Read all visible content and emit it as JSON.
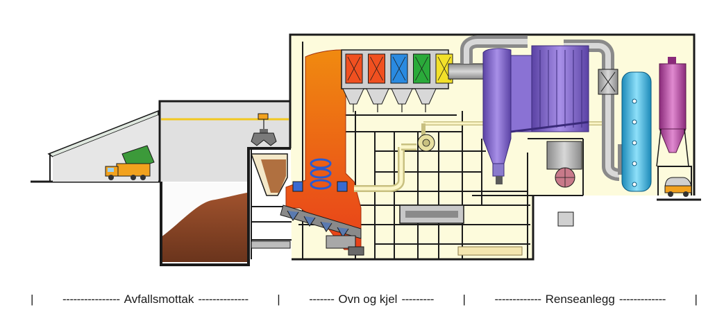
{
  "figure": {
    "sections": [
      {
        "key": "reception",
        "label": "Avfallsmottak",
        "dashes_left": "----------------",
        "dashes_right": "--------------"
      },
      {
        "key": "furnace",
        "label": "Ovn og kjel",
        "dashes_left": "-------",
        "dashes_right": "---------"
      },
      {
        "key": "cleaning",
        "label": "Renseanlegg",
        "dashes_left": "-------------",
        "dashes_right": "-------------"
      }
    ],
    "separator": "|",
    "colors": {
      "building_fill": "#fdfbdc",
      "structure": "#1a1a1a",
      "waste_pile": "#8a4a2a",
      "furnace_top": "#f08a10",
      "furnace_bottom": "#e8401a",
      "duct_grey": "#a8a8a8",
      "filter_purple": "#7b62c4",
      "scrubber_blue": "#3cb4e0",
      "silo_magenta": "#b04a9c",
      "pipe_yellow": "#f4eca0",
      "truck_orange": "#f2a21e",
      "truck_green": "#3c9a3a"
    },
    "boiler_modules": [
      "#f05020",
      "#f05020",
      "#2a8ae0",
      "#2aaa3a",
      "#f2e02a"
    ]
  }
}
